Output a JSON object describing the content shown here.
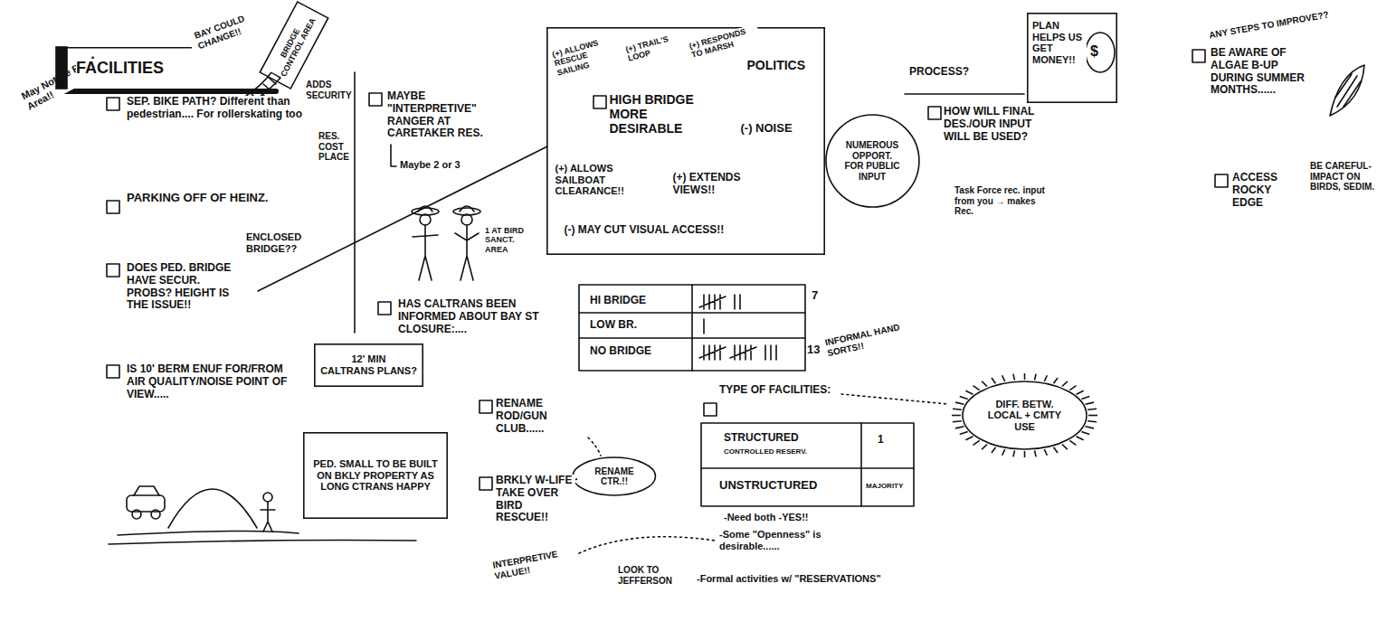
{
  "diagram": {
    "nodes": [
      {
        "text": [
          "FACILITIES"
        ]
      },
      {
        "text": [
          "BRIDGE CONTROL AREA"
        ]
      },
      {
        "text": [
          "(+) ALLOWS RESCUE SAILING",
          "(+) TRAIL'S LOOP",
          "(+) RESPONDS TO MARSH",
          "POLITICS",
          "HIGH BRIDGE MORE DESIRABLE",
          "(-) NOISE",
          "(+) ALLOWS SAILBOAT CLEARANCE!!",
          "(+) EXTENDS VIEWS!!",
          "(-) MAY CUT VISUAL ACCESS!!"
        ]
      },
      {
        "text": [
          "12' MIN",
          "CALTRANS PLANS?"
        ]
      },
      {
        "text": [
          "PED. SMALL TO BE BUILT ON BKLY PROPERTY AS LONG CTRANS HAPPY"
        ]
      },
      {
        "text": [
          "RENAME CTR.!!"
        ]
      },
      {
        "text": [
          "NUMEROUS OPPORT. FOR PUBLIC INPUT"
        ]
      },
      {
        "text": [
          "PLAN HELPS US GET MONEY!!",
          "$"
        ]
      },
      {
        "text": [
          "DIFF. BETW. LOCAL + CMTY USE"
        ]
      }
    ],
    "labels": [
      "May Not Be Right Area!!",
      "BAY COULD CHANGE!!",
      "ADDS SECURITY",
      "SEP. BIKE PATH? Different than pedestrian.... For rollerskating too",
      "PARKING OFF OF HEINZ.",
      "ENCLOSED BRIDGE??",
      "DOES PED. BRIDGE HAVE SECUR. PROBS? HEIGHT IS THE ISSUE!!",
      "RES. COST PLACE",
      "MAYBE \"INTERPRETIVE\" RANGER AT CARETAKER RES.",
      "Maybe 2 or 3",
      "1 AT BIRD SANCT. AREA",
      "HAS CALTRANS BEEN INFORMED ABOUT BAY ST CLOSURE:....",
      "HI BRIDGE",
      "LOW BR.",
      "NO BRIDGE",
      "7",
      "13",
      "INFORMAL HAND SORTS!!",
      "IS 10' BERM ENUF FOR/FROM AIR QUALITY/NOISE POINT OF VIEW.....",
      "RENAME ROD/GUN CLUB......",
      "BRKLY W-LIFE TAKE OVER BIRD RESCUE!!",
      "INTERPRETIVE VALUE!!",
      "LOOK TO JEFFERSON",
      "TYPE OF FACILITIES:",
      "STRUCTURED",
      "CONTROLLED RESERV.",
      "1",
      "UNSTRUCTURED",
      "MAJORITY",
      "-Need both -YES!!",
      "-Some \"Openness\" is desirable......",
      "-Formal activities w/ \"RESERVATIONS\"",
      "PROCESS?",
      "HOW WILL FINAL DES./OUR INPUT WILL BE USED?",
      "Task Force rec. input from you → makes Rec.",
      "ANY STEPS TO IMPROVE??",
      "BE AWARE OF ALGAE B-UP DURING SUMMER MONTHS......",
      "ACCESS ROCKY EDGE",
      "BE CAREFUL-IMPACT ON BIRDS, SEDIM."
    ]
  }
}
